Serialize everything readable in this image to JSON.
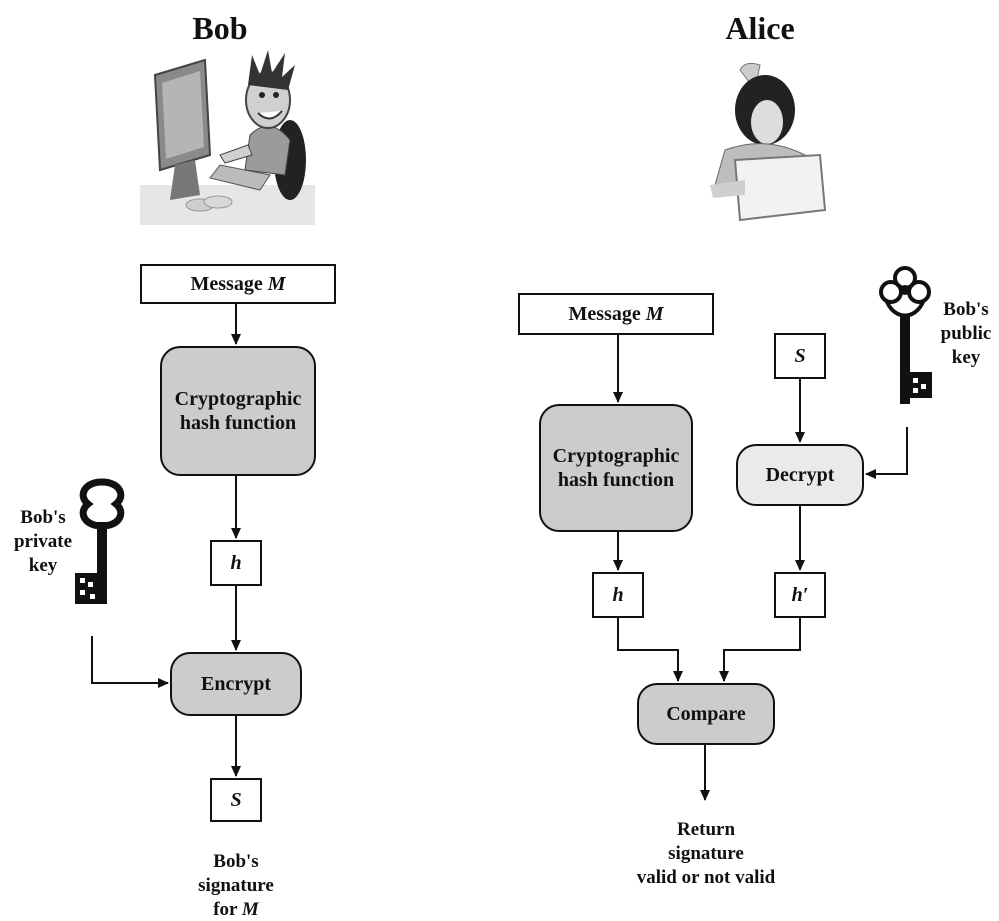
{
  "bob": {
    "title": "Bob",
    "message_prefix": "Message ",
    "message_var": "M",
    "hash_box": "Cryptographic hash function",
    "h": "h",
    "encrypt": "Encrypt",
    "s": "S",
    "key_label": "Bob's private key",
    "output_line1": "Bob's",
    "output_line2": "signature",
    "output_line3_prefix": "for ",
    "output_line3_var": "M"
  },
  "alice": {
    "title": "Alice",
    "message_prefix": "Message ",
    "message_var": "M",
    "hash_box": "Cryptographic hash function",
    "s": "S",
    "decrypt": "Decrypt",
    "h": "h",
    "h_prime": "h′",
    "compare": "Compare",
    "key_label": "Bob's public key",
    "output_line1": "Return",
    "output_line2": "signature",
    "output_line3": "valid or not valid"
  }
}
